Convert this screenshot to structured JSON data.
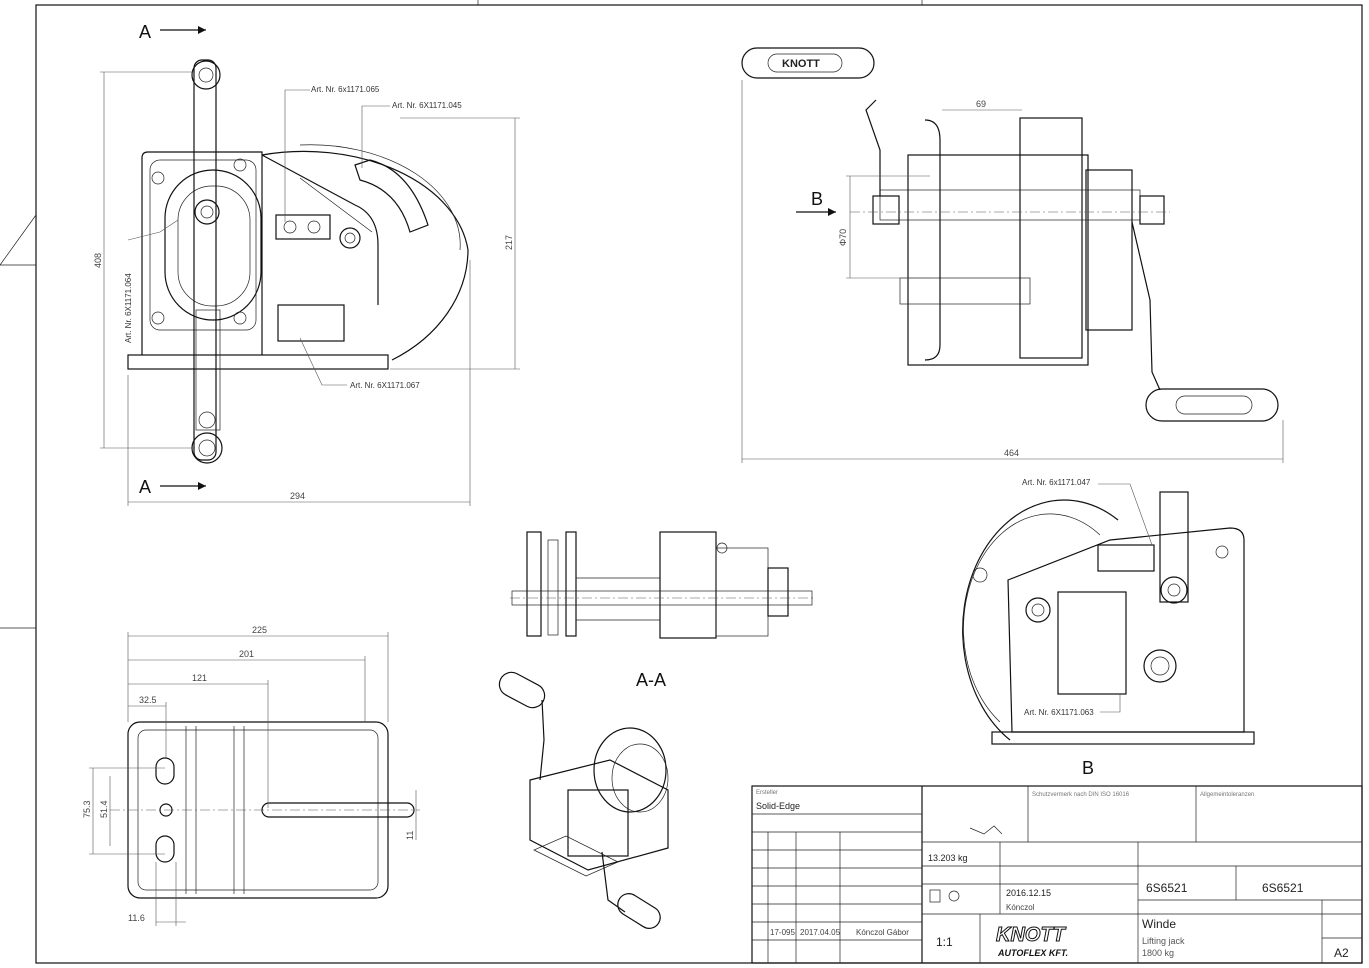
{
  "section_labels": {
    "a_top": "A",
    "a_bottom": "A",
    "b_side": "B",
    "section_aa": "A-A",
    "view_b": "B"
  },
  "part_numbers": {
    "front_1": "Art. Nr. 6x1171.065",
    "front_2": "Art. Nr. 6X1171.045",
    "front_3": "Art. Nr. 6X1171.067",
    "front_vertical": "Art. Nr. 6X1171.064",
    "view_b_1": "Art. Nr. 6x1171.047",
    "view_b_2": "Art. Nr. 6X1171.063"
  },
  "dimensions": {
    "front_width": "294",
    "front_height_right": "217",
    "front_height_left": "408",
    "side_width": "464",
    "side_69": "69",
    "side_diameter": "Φ70",
    "base_225": "225",
    "base_201": "201",
    "base_121": "121",
    "base_325": "32.5",
    "base_753": "75.3",
    "base_514": "51.4",
    "base_11": "11",
    "base_116": "11.6"
  },
  "brand": {
    "handle_logo": "KNOTT",
    "plate_logo": "KNOTT",
    "company_line": "AUTOFLEX KFT."
  },
  "title_block": {
    "cad": "Solid-Edge",
    "weight": "13.203 kg",
    "date": "2016.12.15",
    "drawn_by": "Kónczol",
    "revision_no": "17-095",
    "revision_date": "2017.04.05",
    "revision_by": "Kónczol Gábor",
    "scale": "1:1",
    "drawing_no": "6S6521",
    "part_no": "6S6521",
    "name_de": "Winde",
    "name_en": "Lifting jack",
    "capacity": "1800 kg",
    "sheet_size": "A2"
  }
}
